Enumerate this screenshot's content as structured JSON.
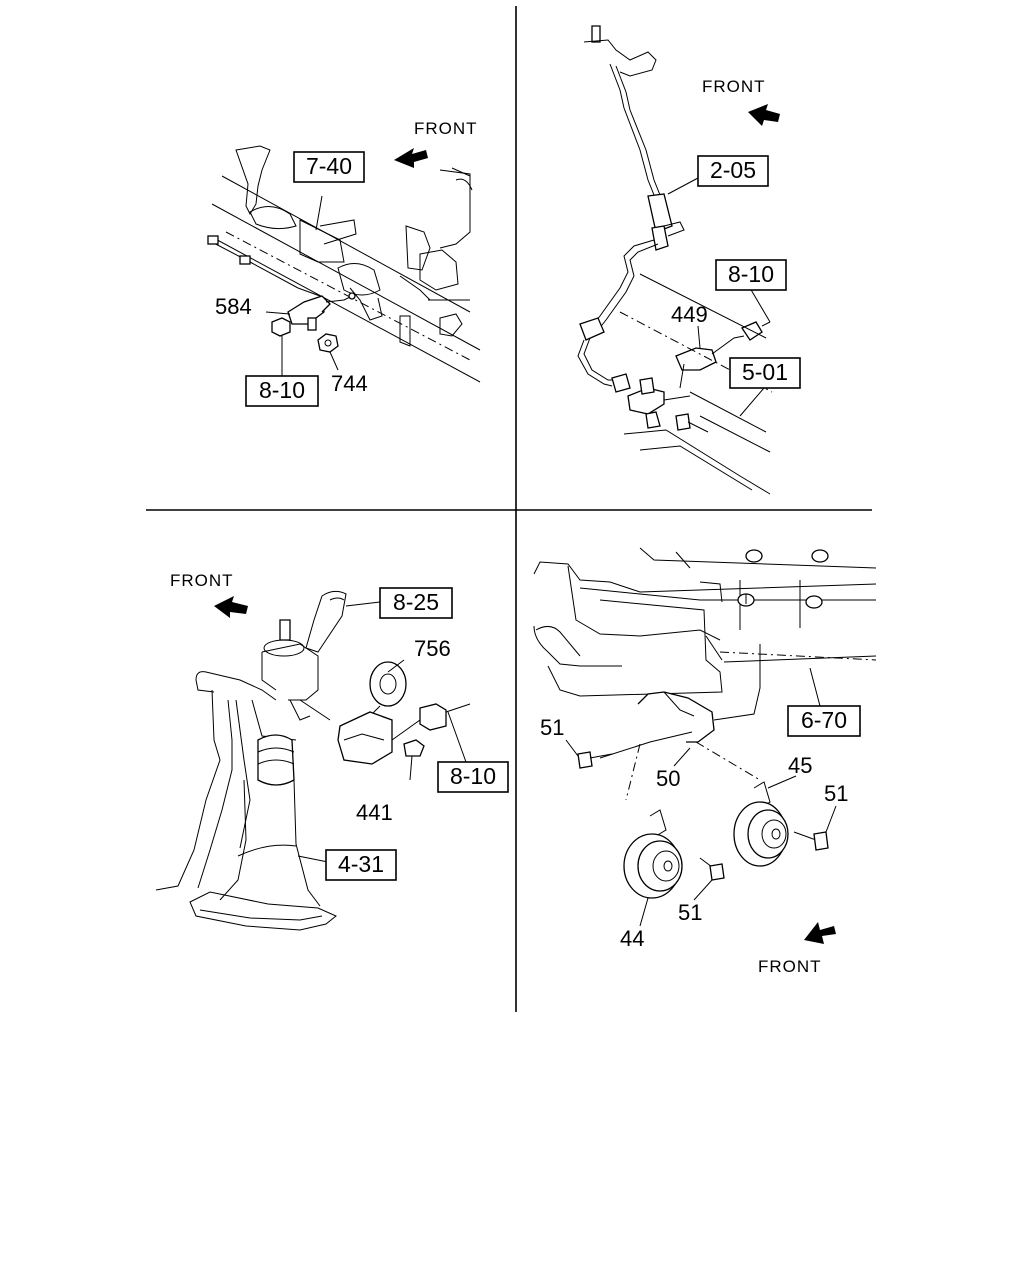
{
  "front_label": "FRONT",
  "panels": {
    "top_left": {
      "refs": {
        "r740": "7-40",
        "r810": "8-10"
      },
      "parts": {
        "p584": "584",
        "p744": "744"
      }
    },
    "top_right": {
      "refs": {
        "r205": "2-05",
        "r810": "8-10",
        "r501": "5-01"
      },
      "parts": {
        "p449": "449"
      }
    },
    "bottom_left": {
      "refs": {
        "r825": "8-25",
        "r810": "8-10",
        "r431": "4-31"
      },
      "parts": {
        "p756": "756",
        "p441": "441"
      }
    },
    "bottom_right": {
      "refs": {
        "r670": "6-70"
      },
      "parts": {
        "p51a": "51",
        "p50": "50",
        "p45": "45",
        "p51b": "51",
        "p51c": "51",
        "p44": "44"
      }
    }
  }
}
